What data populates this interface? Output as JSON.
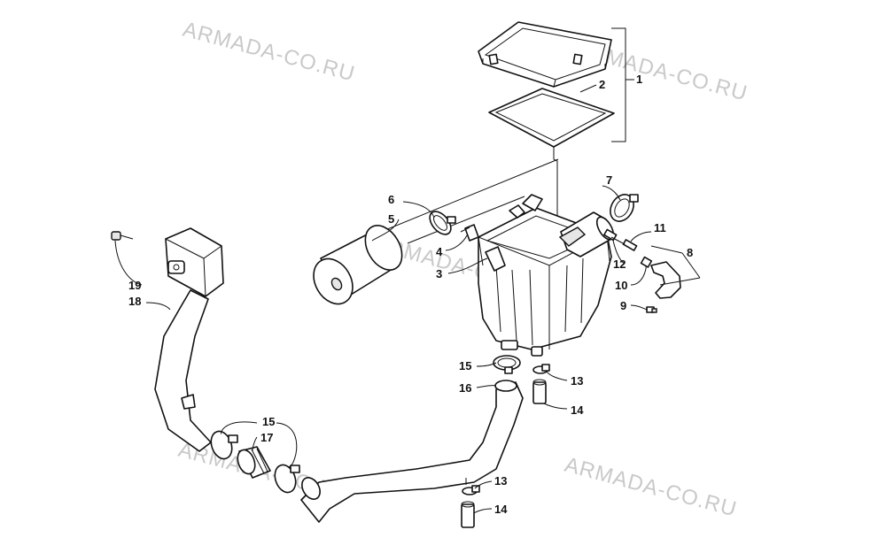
{
  "watermarks": [
    "ARMADA-CO.RU",
    "ARMADA-CO.RU",
    "ARMADA-CO.RU",
    "ARMADA-CO.RU",
    "ARMADA-CO.RU"
  ],
  "callouts": {
    "c1": "1",
    "c2": "2",
    "c3": "3",
    "c4": "4",
    "c5": "5",
    "c6": "6",
    "c7": "7",
    "c8": "8",
    "c9": "9",
    "c10": "10",
    "c11": "11",
    "c12": "12",
    "c13a": "13",
    "c13b": "13",
    "c14a": "14",
    "c14b": "14",
    "c15a": "15",
    "c15b": "15",
    "c16": "16",
    "c17": "17",
    "c18": "18",
    "c19": "19"
  }
}
